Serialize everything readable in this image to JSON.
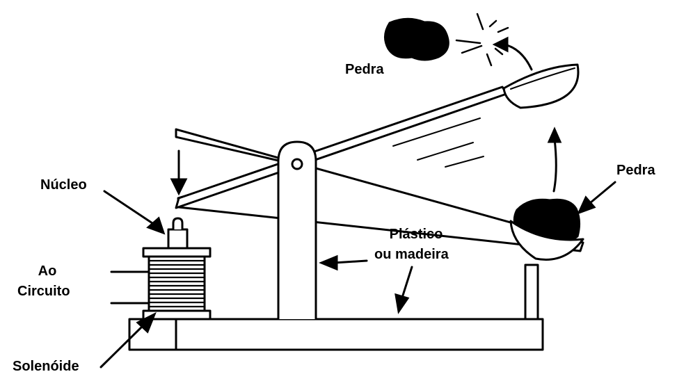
{
  "labels": {
    "stone_flying": "Pedra",
    "stone_cup": "Pedra",
    "core": "Núcleo",
    "to_circuit_line1": "Ao",
    "to_circuit_line2": "Circuito",
    "material_line1": "Plástico",
    "material_line2": "ou madeira",
    "solenoid": "Solenóide"
  },
  "colors": {
    "ink": "#000000",
    "paper": "#ffffff"
  }
}
